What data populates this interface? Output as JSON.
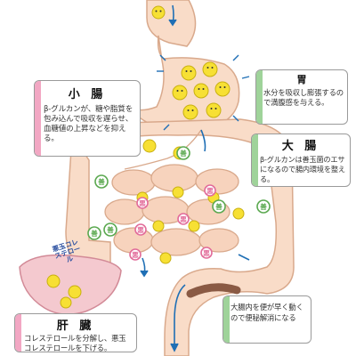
{
  "small_intestine": {
    "title": "小 腸",
    "text": "β-グルカンが、糖や脂質を包み込んで吸収を遅らせ、血糖値の上昇などを抑える。"
  },
  "stomach": {
    "title": "胃",
    "text": "水分を吸収し膨張するので満腹感を与える。"
  },
  "large_intestine": {
    "title": "大 腸",
    "text": "β-グルカンは善玉菌のエサになるので腸内環境を整える。"
  },
  "liver": {
    "title": "肝 臓",
    "text": "コレステロールを分解し、悪玉コレステロールを下げる。"
  },
  "bowel": {
    "text": "大腸内を便が早く動くので便秘解消になる"
  },
  "cholesterol_label": "悪玉コレステロール",
  "markers": {
    "good_bacteria": "善",
    "bad_bacteria": "悪"
  },
  "colors": {
    "organ_fill": "#f9dcc8",
    "organ_stroke": "#d9a98c",
    "arrow_blue": "#1f6fb5",
    "good_green": "#5aa84f",
    "bad_pink": "#e26c9a",
    "face_yellow": "#f7e034"
  }
}
